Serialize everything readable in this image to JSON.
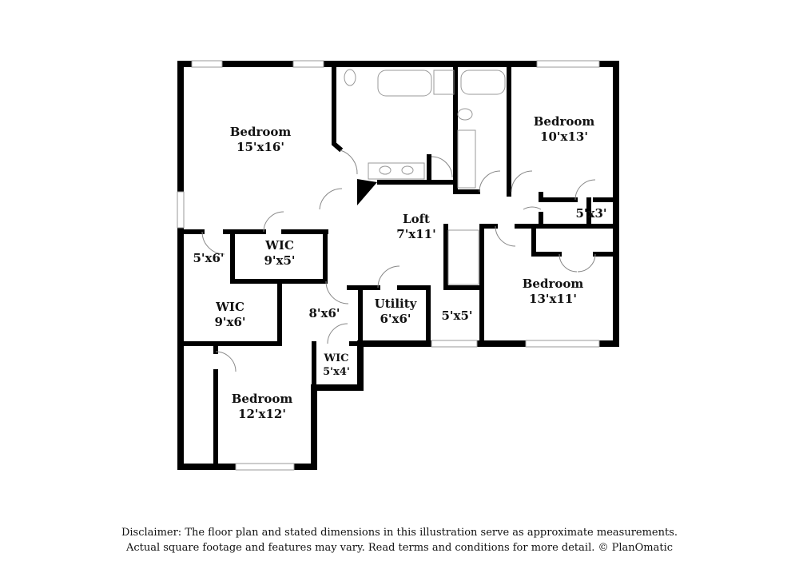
{
  "rooms": [
    {
      "name": "Bedroom",
      "size": "15'x16'"
    },
    {
      "name": "Bedroom",
      "size": "10'x13'"
    },
    {
      "name": "",
      "size": "5'x3'"
    },
    {
      "name": "Loft",
      "size": "7'x11'"
    },
    {
      "name": "",
      "size": "5'x6'"
    },
    {
      "name": "WIC",
      "size": "9'x5'"
    },
    {
      "name": "WIC",
      "size": "9'x6'"
    },
    {
      "name": "",
      "size": "8'x6'"
    },
    {
      "name": "Utility",
      "size": "6'x6'"
    },
    {
      "name": "",
      "size": "5'x5'"
    },
    {
      "name": "Bedroom",
      "size": "13'x11'"
    },
    {
      "name": "WIC",
      "size": "5'x4'"
    },
    {
      "name": "Bedroom",
      "size": "12'x12'"
    }
  ],
  "disclaimer": {
    "line1": "Disclaimer: The floor plan and stated dimensions in this illustration serve as approximate measurements.",
    "line2": "Actual square footage and features may vary. Read terms and conditions for more detail. © PlanOmatic"
  }
}
